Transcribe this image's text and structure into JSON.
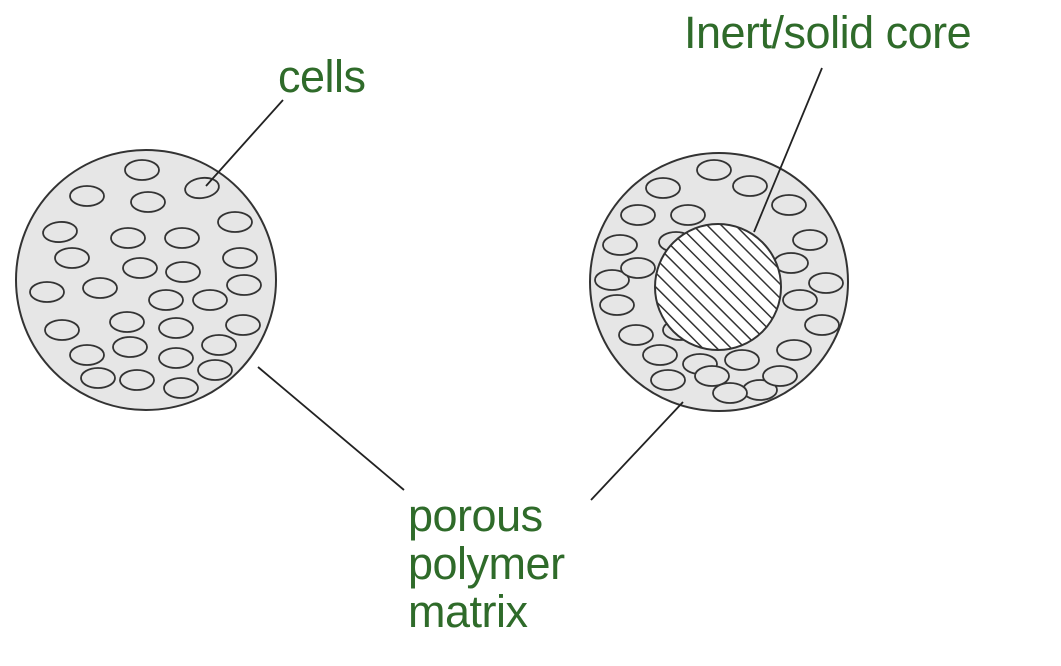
{
  "labels": {
    "cells": "cells",
    "core": "Inert/solid core",
    "matrix_line1": "porous",
    "matrix_line2": "polymer",
    "matrix_line3": "matrix"
  },
  "colors": {
    "label_text": "#2f6b2a",
    "bead_fill": "#e6e6e6",
    "outline": "#333333",
    "leader_line": "#222222"
  }
}
